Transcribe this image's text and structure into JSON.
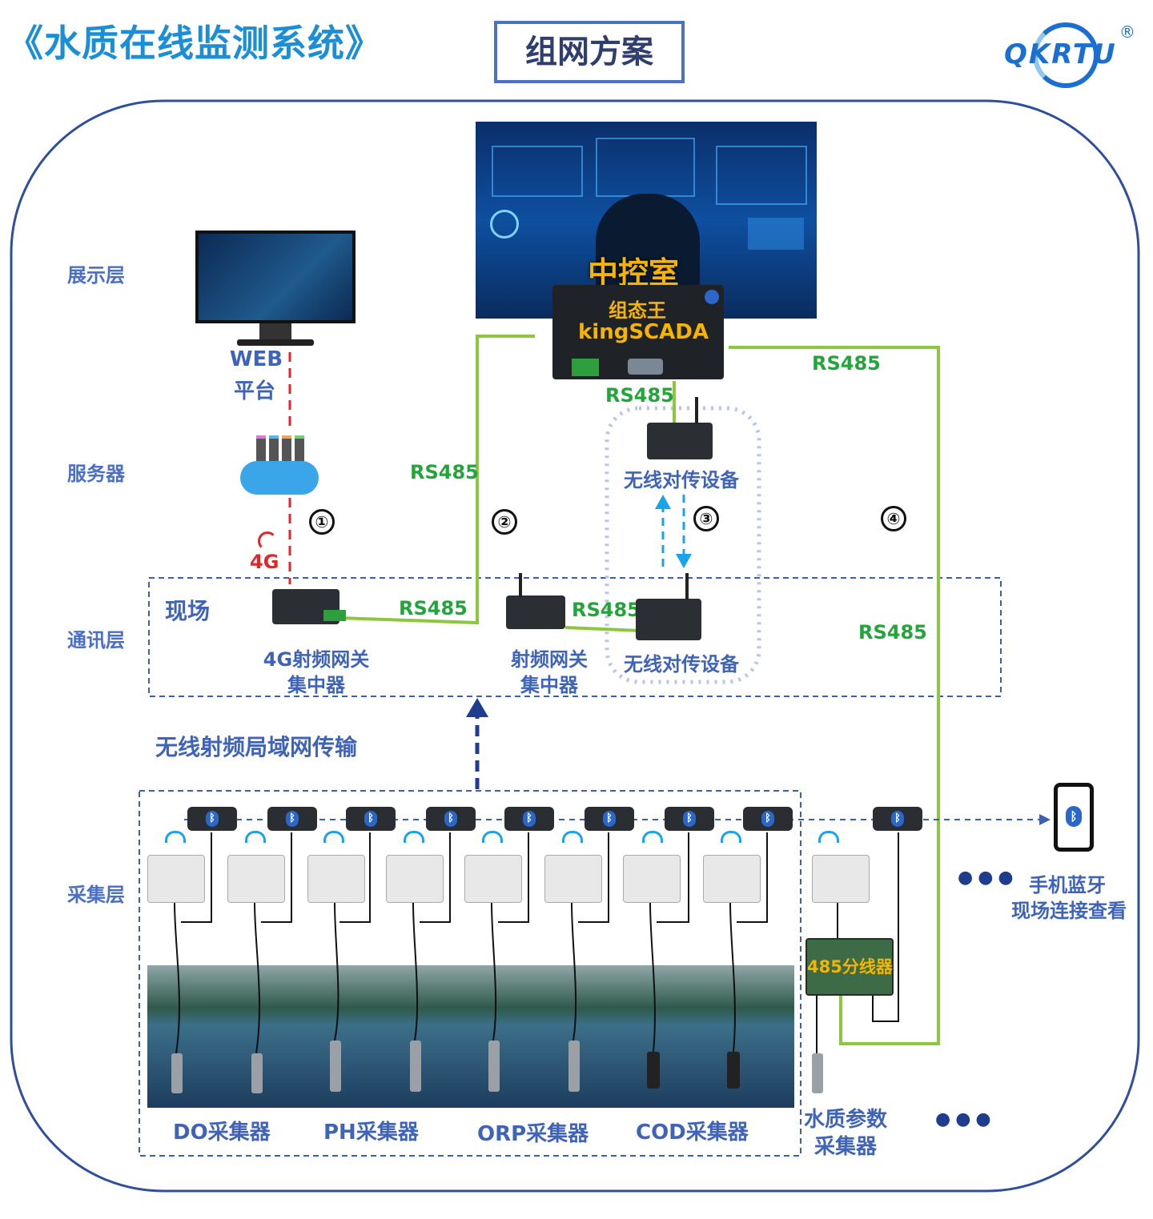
{
  "header": {
    "title": "《水质在线监测系统》",
    "plan": "组网方案",
    "brand": "QKRTU",
    "registered": "®"
  },
  "layers": {
    "display": "展示层",
    "server": "服务器",
    "comm": "通讯层",
    "collect": "采集层"
  },
  "nodes": {
    "control_room": "中控室",
    "scada_line1": "组态王",
    "scada_line2": "kingSCADA",
    "web_line1": "WEB",
    "web_line2": "平台",
    "signal": "4G",
    "site": "现场",
    "gw4g_line1": "4G射频网关",
    "gw4g_line2": "集中器",
    "gwrf_line1": "射频网关",
    "gwrf_line2": "集中器",
    "wireless_bottom": "无线对传设备",
    "wireless_top": "无线对传设备",
    "lan": "无线射频局域网传输",
    "splitter": "485分线器",
    "phone_line1": "手机蓝牙",
    "phone_line2": "现场连接查看",
    "wq_line1": "水质参数",
    "wq_line2": "采集器",
    "more": "●●●"
  },
  "links": {
    "rs485_a": "RS485",
    "rs485_b": "RS485",
    "rs485_c": "RS485",
    "rs485_d": "RS485",
    "rs485_e": "RS485",
    "rs485_f": "RS485"
  },
  "circles": [
    "①",
    "②",
    "③",
    "④"
  ],
  "sensors": {
    "do": "DO采集器",
    "ph": "PH采集器",
    "orp": "ORP采集器",
    "cod": "COD采集器"
  },
  "icons": {
    "bluetooth": "ᛒ"
  },
  "colors": {
    "green_line": "#8dc63f",
    "red_line": "#e0262b",
    "blue_dash": "#3a5fb5",
    "cyan_dash": "#1aa3e8"
  }
}
